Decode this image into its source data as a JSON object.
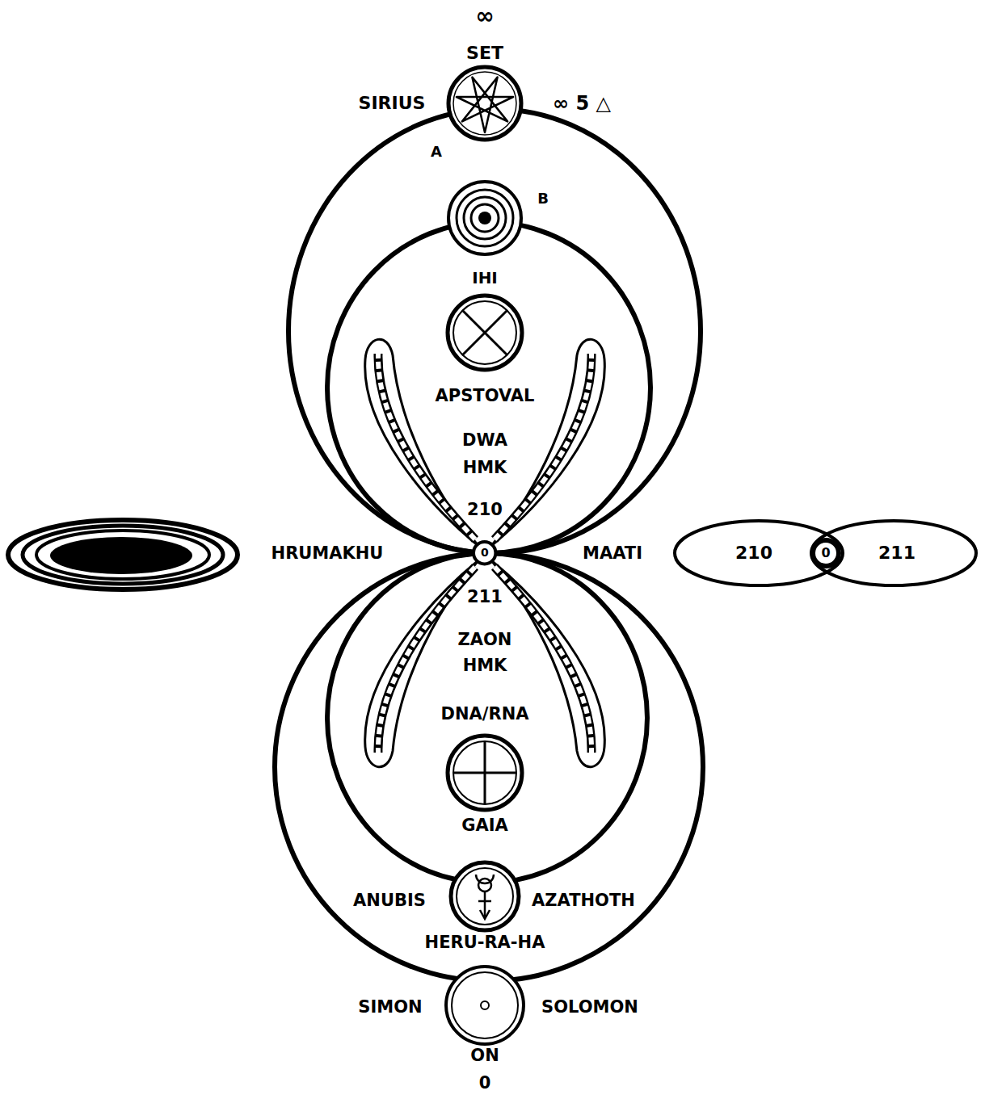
{
  "diagram": {
    "nodes": [
      {
        "text": [
          "0"
        ]
      },
      {
        "text": [
          "210"
        ]
      },
      {
        "text": [
          "211"
        ]
      },
      {
        "text": [
          "0"
        ]
      }
    ],
    "labels": [
      "∞",
      "SET",
      "SIRIUS",
      "∞ 5 △",
      "A",
      "B",
      "IHI",
      "APSTOVAL",
      "DWA",
      "HMK",
      "210",
      "HRUMAKHU",
      "MAATI",
      "211",
      "ZAON",
      "HMK",
      "DNA/RNA",
      "GAIA",
      "ANUBIS",
      "AZATHOTH",
      "HERU-RA-HA",
      "SIMON",
      "SOLOMON",
      "ON",
      "0"
    ]
  }
}
